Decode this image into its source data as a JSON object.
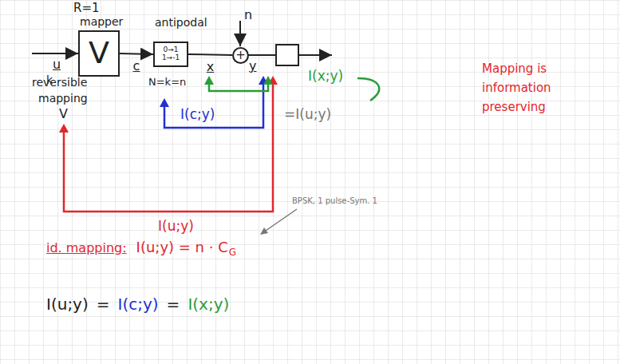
{
  "diagram": {
    "nodes": [
      {
        "text": [
          "mapper",
          "V"
        ]
      },
      {
        "text": [
          "antipodal",
          "0→1 1→-1"
        ]
      },
      {
        "text": [
          "+"
        ]
      }
    ],
    "edges": [
      {
        "from": 0,
        "to": 1,
        "arrow": "to",
        "label": "c"
      },
      {
        "from": 1,
        "to": 2,
        "arrow": "none",
        "label": "x"
      }
    ],
    "labels": [
      "R=1",
      "u",
      "k",
      "n",
      "y",
      "reversible",
      "mapping",
      "V",
      "N=k=n",
      "I(x;y)",
      "I(c;y)",
      "=I(u;y)",
      "I(u;y)",
      "BPSK, 1 pulse-Sym. 1",
      "id. mapping:",
      "I(u;y) = n · C",
      "G",
      "I(u;y)",
      "=",
      "I(c;y)",
      "=",
      "I(x;y)",
      "Mapping is",
      "information",
      "preserving"
    ]
  }
}
